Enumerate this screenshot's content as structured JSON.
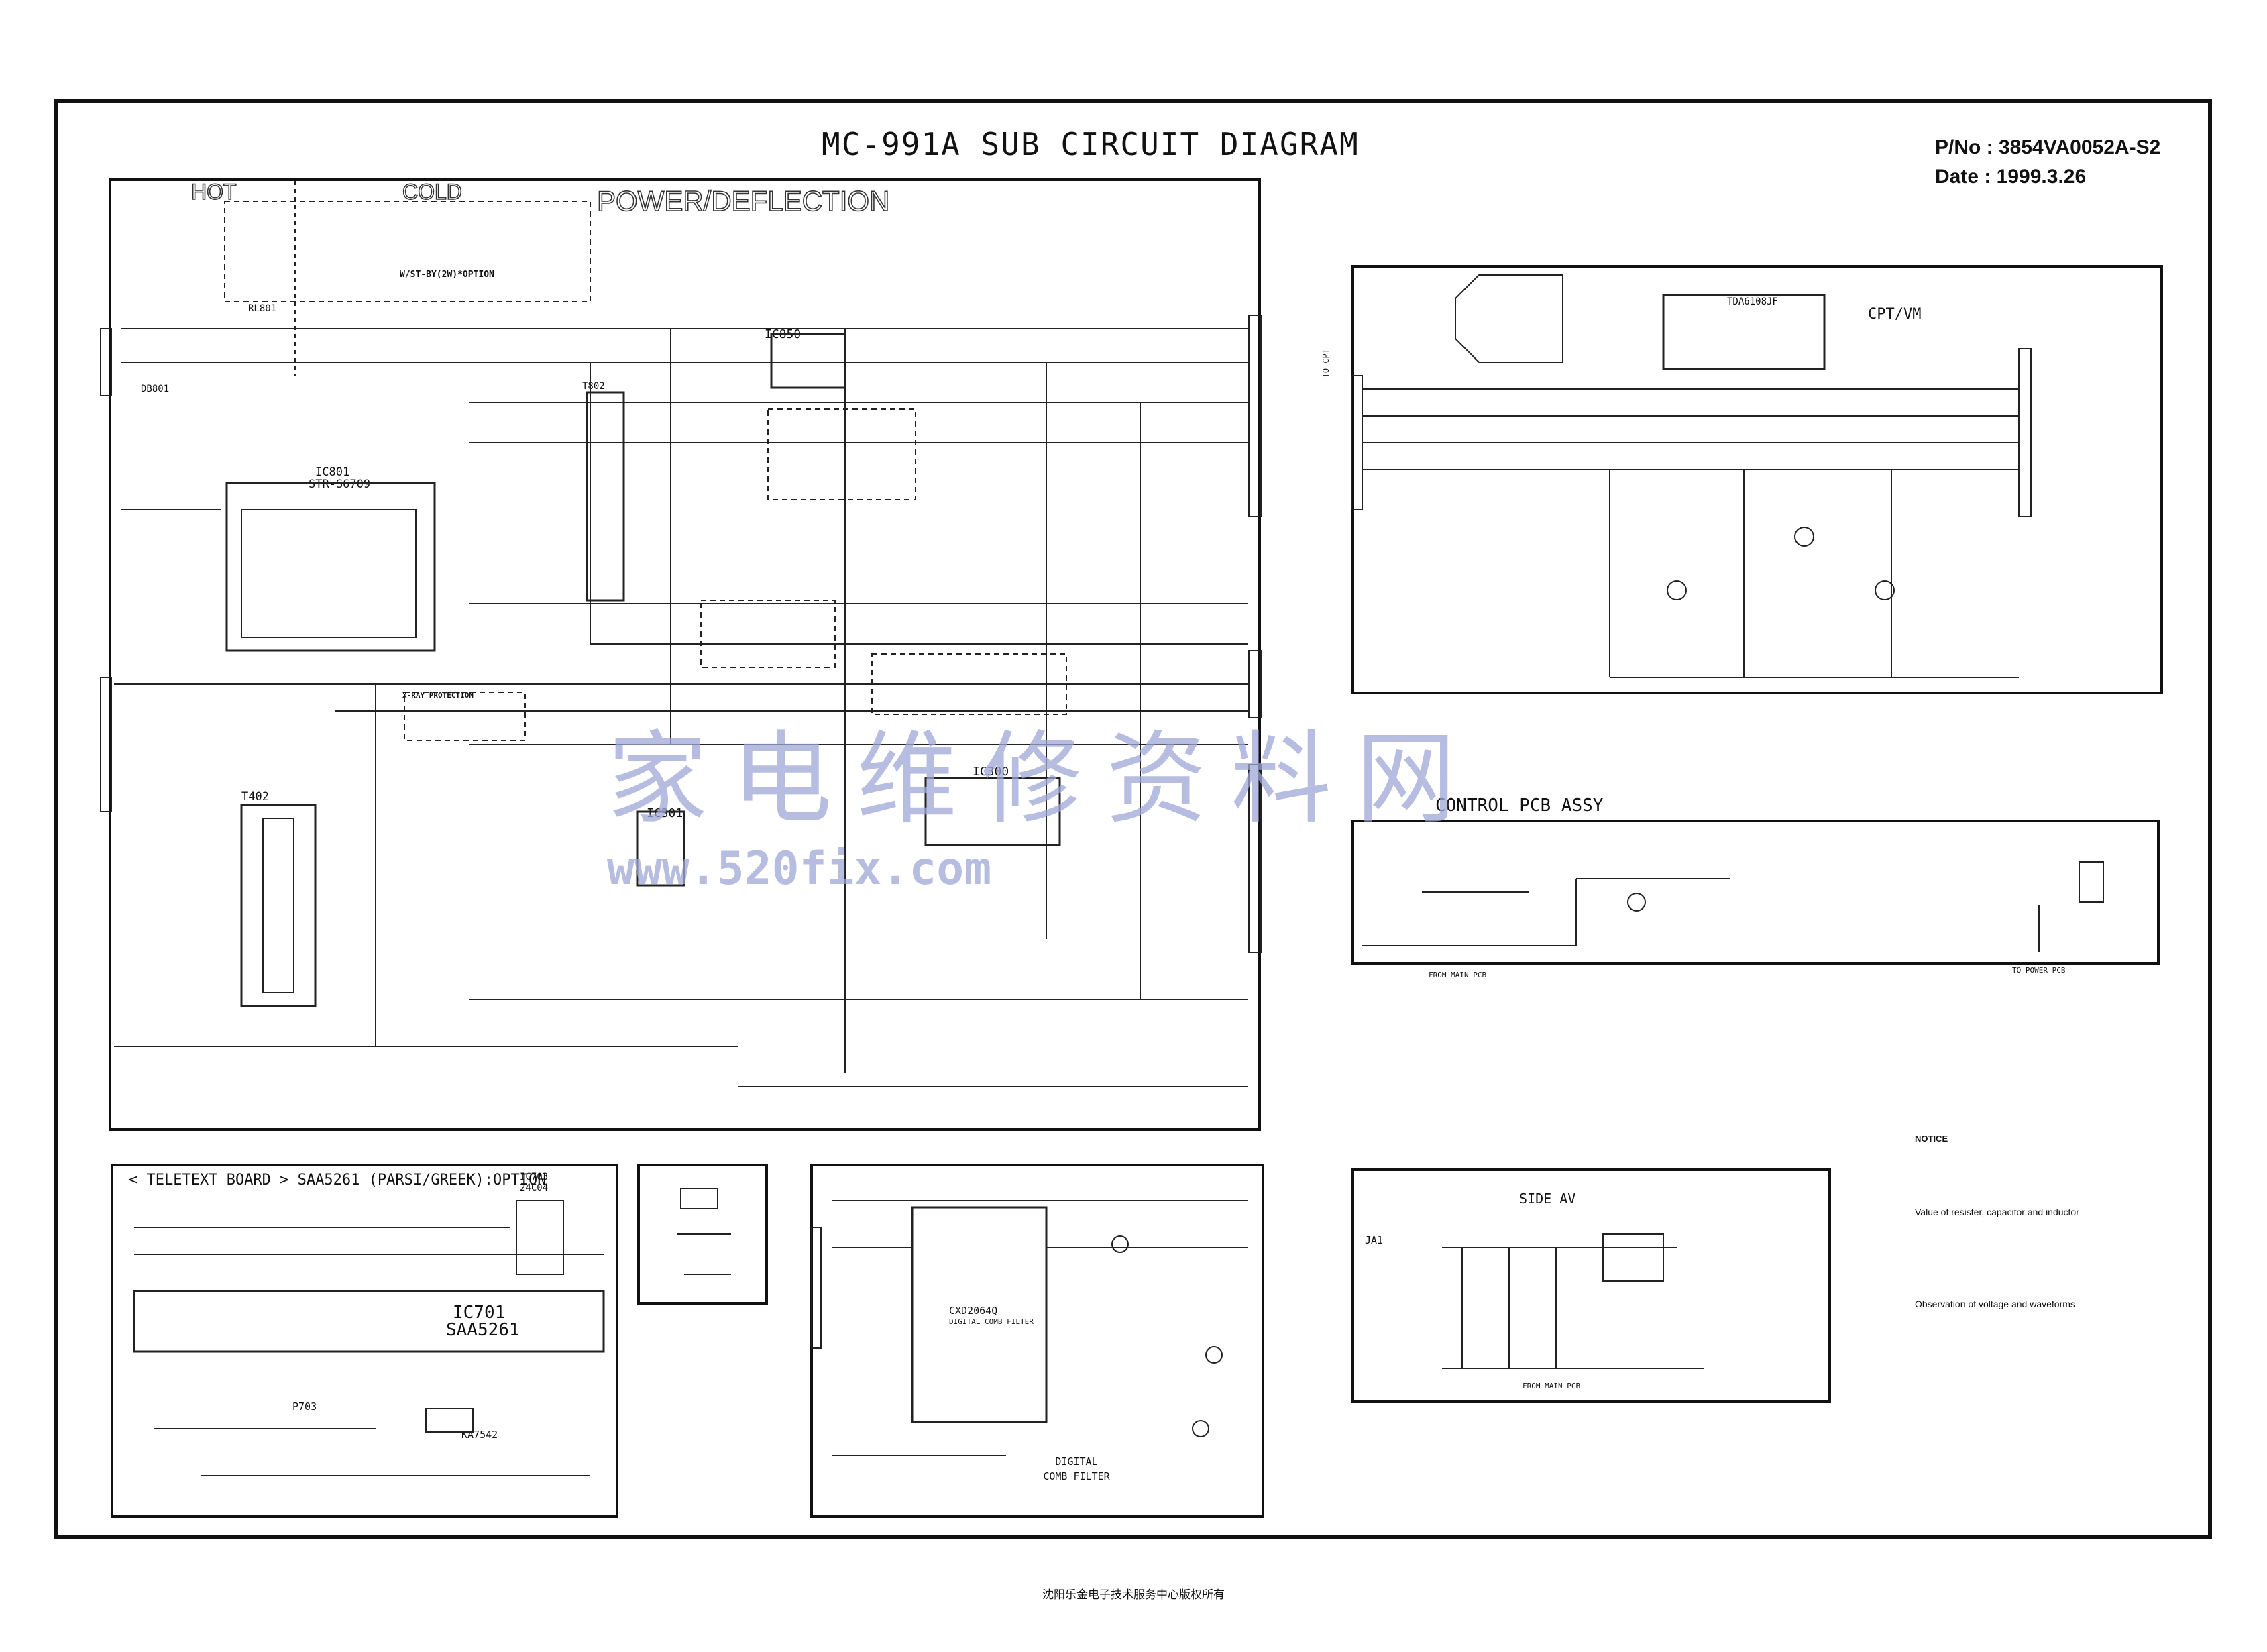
{
  "header": {
    "title": "MC-991A SUB CIRCUIT DIAGRAM",
    "part_no": "P/No : 3854VA0052A-S2",
    "date": "Date : 1999.3.26"
  },
  "power_deflection": {
    "hot": "HOT",
    "cold": "COLD",
    "title": "POWER/DEFLECTION",
    "ic801": "IC801",
    "ic801_type": "STR-S6709",
    "option": "W/ST-BY(2W)*OPTION",
    "t402": "T402",
    "t802": "T802",
    "ic850": "IC850",
    "ic300": "IC300",
    "x_ray": "X-RAY PROTECTION",
    "rl801": "RL801",
    "db801": "DB801",
    "ic301": "IC301"
  },
  "cpt_vm": {
    "title": "CPT/VM",
    "ic": "TDA6108JF",
    "to_cpt": "TO CPT"
  },
  "control": {
    "title": "CONTROL PCB ASSY",
    "from_main": "FROM MAIN PCB",
    "to_power": "TO POWER PCB"
  },
  "teletext": {
    "title": "< TELETEXT BOARD > SAA5261 (PARSI/GREEK):OPTION",
    "ic703": "IC703",
    "ic703_type": "24C04",
    "ic701": "IC701",
    "ic701_type": "SAA5261",
    "p703": "P703",
    "ka7542": "KA7542"
  },
  "comb_filter": {
    "ic": "CXD2064Q",
    "ic_label": "DIGITAL COMB FILTER",
    "title": "DIGITAL COMB_FILTER"
  },
  "side_av": {
    "title": "SIDE AV",
    "ja1": "JA1",
    "from_main": "FROM MAIN PCB"
  },
  "notice": {
    "heading": "NOTICE",
    "h1": "Value of resister, capacitor and inductor",
    "h2": "Observation of voltage and waveforms"
  },
  "watermark": {
    "cn": "家电维修资料网",
    "url": "www.520fix.com"
  },
  "footer": "沈阳乐金电子技术服务中心版权所有"
}
